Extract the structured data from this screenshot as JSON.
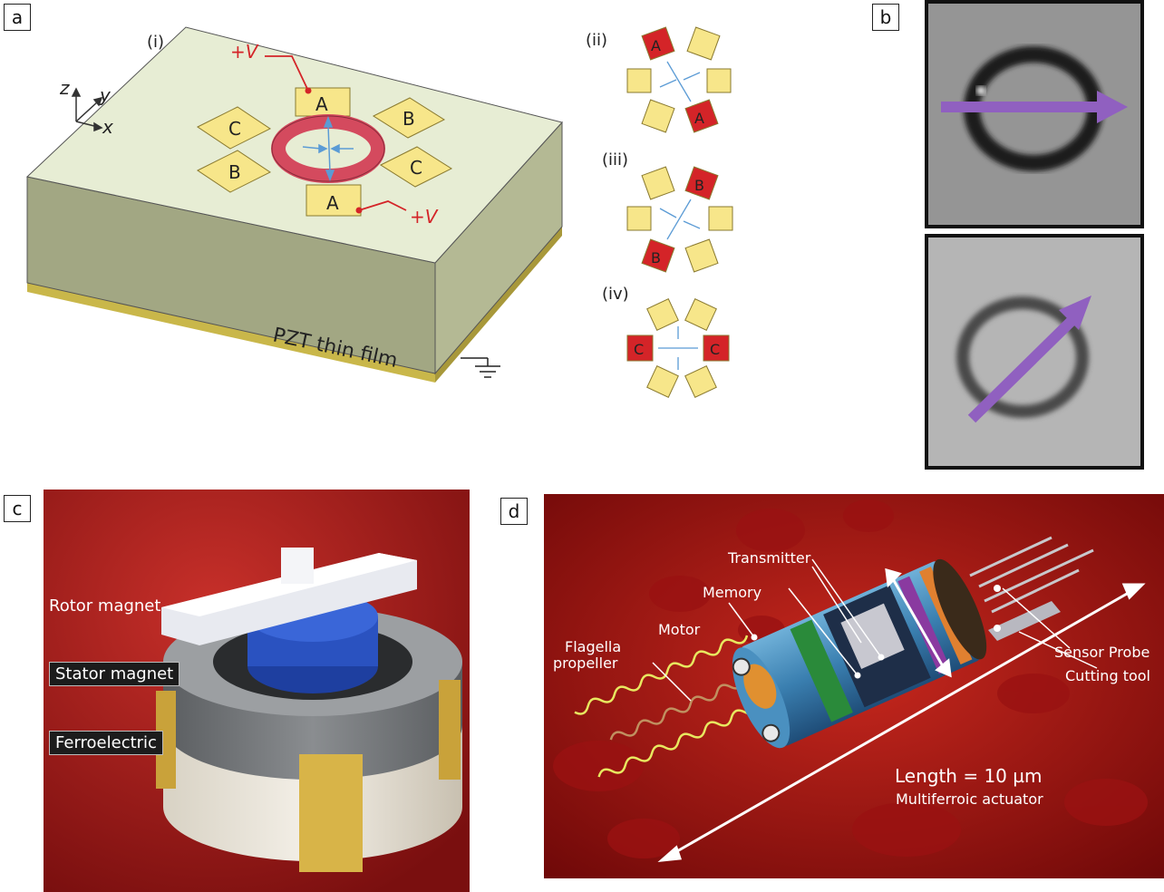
{
  "panels": {
    "a": {
      "label": "a",
      "sub_i": "(i)",
      "sub_ii": "(ii)",
      "sub_iii": "(iii)",
      "sub_iv": "(iv)",
      "film_label": "PZT thin film",
      "voltage_top": "+V",
      "voltage_bottom": "+V",
      "axis_z": "z",
      "axis_y": "y",
      "axis_x": "x",
      "electrode_a": "A",
      "electrode_b": "B",
      "electrode_c": "C"
    },
    "b": {
      "label": "b"
    },
    "c": {
      "label": "c",
      "rotor_magnet": "Rotor magnet",
      "stator_magnet": "Stator magnet",
      "ferroelectric": "Ferroelectric"
    },
    "d": {
      "label": "d",
      "transmitter": "Transmitter",
      "memory": "Memory",
      "motor": "Motor",
      "flagella_line1": "Flagella",
      "flagella_line2": "propeller",
      "sensor_probe": "Sensor Probe",
      "cutting_tool": "Cutting tool",
      "length": "Length = 10 µm",
      "multiferroic": "Multiferroic actuator"
    }
  },
  "colors": {
    "film_top": "#e6ecd3",
    "film_side": "#a3a884",
    "film_front": "#939a74",
    "electrode": "#f7e68a",
    "active_electrode": "#d42428",
    "ring": "#d44a5e",
    "arrow_blue": "#5b9bd5",
    "voltage_red": "#d42428",
    "arrow_purple": "#9060c0",
    "blood_red": "#b01818"
  }
}
